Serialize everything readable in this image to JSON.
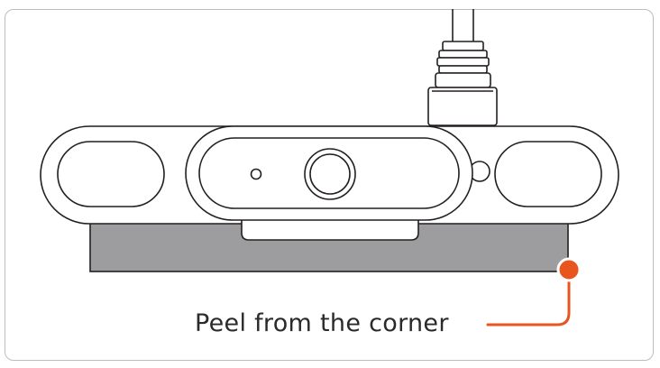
{
  "instruction": {
    "caption": "Peel from the corner"
  },
  "colors": {
    "outline": "#231f20",
    "pad_fill": "#9d9d9f",
    "accent": "#e8551e",
    "frame_border": "#bdbdbd",
    "text": "#2a2a2a"
  },
  "icons": {
    "device": "webcam-illustration",
    "cable": "usb-cable-connector",
    "marker": "peel-corner-marker"
  }
}
